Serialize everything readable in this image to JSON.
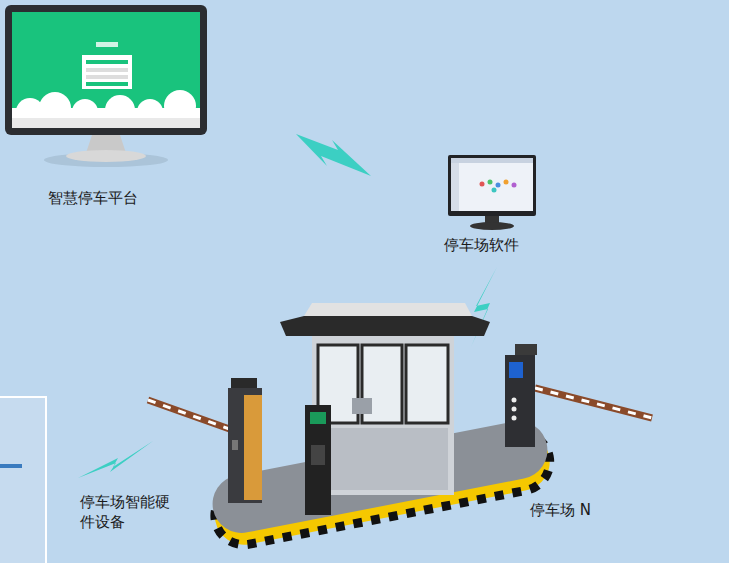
{
  "diagram": {
    "nodes": [
      {
        "text": [
          "智慧停车平台"
        ]
      },
      {
        "text": [
          "停车场软件"
        ]
      }
    ],
    "labels": [
      "停车场智能硬件设备",
      "停车场 N"
    ]
  }
}
